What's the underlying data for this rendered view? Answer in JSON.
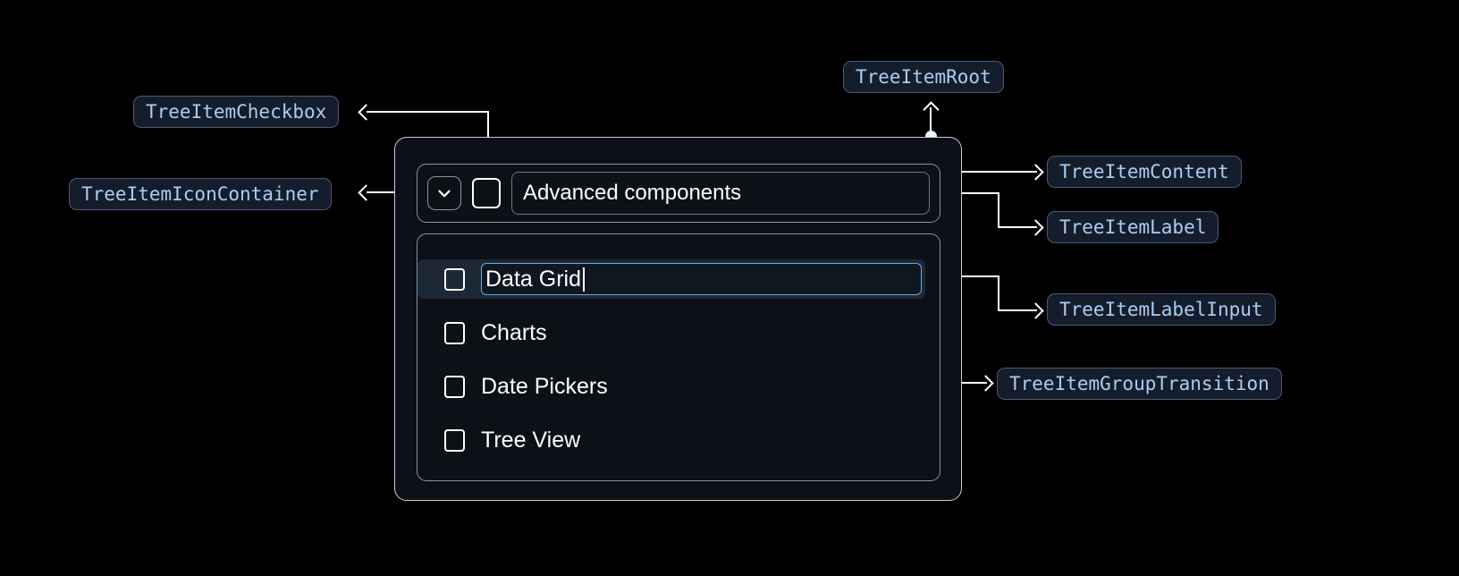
{
  "diagram": {
    "title": "TreeItem anatomy diagram",
    "background_color": "#000000",
    "chip_bg": "#151d2c",
    "chip_border": "#4a5a74",
    "chip_text_color": "#a9cdf2",
    "connector_color": "#ffffff",
    "selected_row_bg": "#1d2836",
    "input_focus_border": "#6aaae4"
  },
  "annotations": {
    "tree_item_root": "TreeItemRoot",
    "tree_item_checkbox": "TreeItemCheckbox",
    "tree_item_icon_container": "TreeItemIconContainer",
    "tree_item_content": "TreeItemContent",
    "tree_item_label": "TreeItemLabel",
    "tree_item_label_input": "TreeItemLabelInput",
    "tree_item_group_transition": "TreeItemGroupTransition"
  },
  "widget": {
    "header": {
      "expand_icon": "chevron-down-icon",
      "checkbox_checked": false,
      "label": "Advanced components"
    },
    "group": {
      "items": [
        {
          "label": "Data Grid",
          "checked": false,
          "editing": true,
          "selected": true
        },
        {
          "label": "Charts",
          "checked": false,
          "editing": false,
          "selected": false
        },
        {
          "label": "Date Pickers",
          "checked": false,
          "editing": false,
          "selected": false
        },
        {
          "label": "Tree View",
          "checked": false,
          "editing": false,
          "selected": false
        }
      ]
    }
  }
}
